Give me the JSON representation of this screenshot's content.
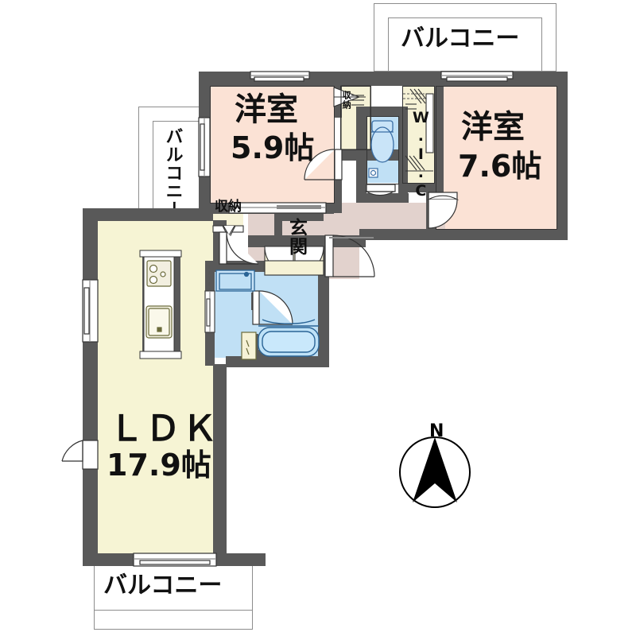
{
  "plan": {
    "type": "japanese-floor-plan",
    "layout_code": "2LDK",
    "rooms": [
      {
        "id": "bedroom_small",
        "name": "洋室",
        "area": "5.9帖",
        "color": "#fbe2d5"
      },
      {
        "id": "bedroom_large",
        "name": "洋室",
        "area": "7.6帖",
        "color": "#fbe2d5"
      },
      {
        "id": "ldk",
        "name": "ＬＤＫ",
        "area": "17.9帖",
        "color": "#f6f4d4"
      }
    ],
    "labels": {
      "bedroom_small_name": "洋室",
      "bedroom_small_area": "5.9帖",
      "bedroom_large_name": "洋室",
      "bedroom_large_area": "7.6帖",
      "ldk_name": "ＬＤＫ",
      "ldk_area": "17.9帖",
      "entrance": "玄関",
      "closet_hall": "収納",
      "closet_small": "収納",
      "walk_in_closet": "W.I.C",
      "balcony_top": "バルコニー",
      "balcony_left": "バルコニー",
      "balcony_bottom": "バルコニー"
    },
    "compass": {
      "north_label": "N"
    },
    "colors": {
      "wall": "#595959",
      "bedroom": "#fbe2d5",
      "ldk": "#f6f4d4",
      "hallway": "#e2d2cd",
      "water_area": "#c0e0f5",
      "closet": "#f6f2d6",
      "outline": "#333333",
      "background": "#ffffff"
    },
    "fixtures": [
      {
        "id": "kitchen-island",
        "name": "kitchen-island"
      },
      {
        "id": "stove",
        "name": "stove-cooktop"
      },
      {
        "id": "sink",
        "name": "kitchen-sink"
      },
      {
        "id": "toilet",
        "name": "toilet"
      },
      {
        "id": "bathtub",
        "name": "bathtub"
      },
      {
        "id": "washbasin",
        "name": "washbasin-vanity"
      },
      {
        "id": "shoe-closet",
        "name": "shoe-closet"
      }
    ]
  }
}
